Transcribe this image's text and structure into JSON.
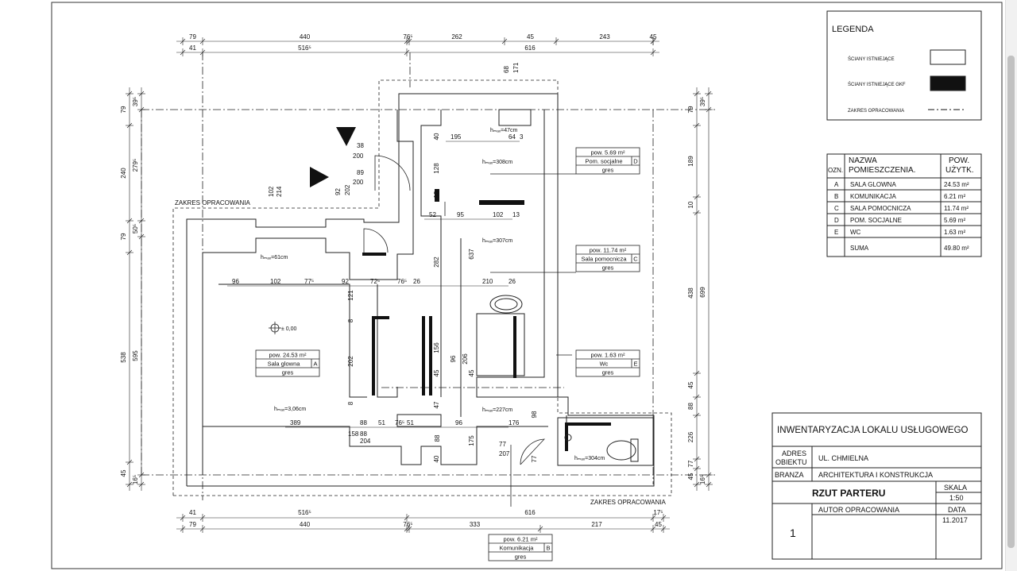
{
  "legend": {
    "title": "LEGENDA",
    "items": [
      {
        "label": "ŚCIANY ISTNIEJĄCE"
      },
      {
        "label": "ŚCIANY ISTNIEJĄCE GKF"
      },
      {
        "label": "ZAKRES OPRACOWANIA"
      }
    ]
  },
  "rooms_table": {
    "headers": [
      "OZN.",
      "NAZWA",
      "POMIESZCZENIA.",
      "POW.",
      "UŻYTK."
    ],
    "rows": [
      {
        "code": "A",
        "name": "SALA GLOWNA",
        "area": "24.53 m²"
      },
      {
        "code": "B",
        "name": "KOMUNIKACJA",
        "area": "6.21 m²"
      },
      {
        "code": "C",
        "name": "SALA POMOCNICZA",
        "area": "11.74 m²"
      },
      {
        "code": "D",
        "name": "POM. SOCJALNE",
        "area": "5.69 m²"
      },
      {
        "code": "E",
        "name": "WC",
        "area": "1.63 m²"
      }
    ],
    "sum_label": "SUMA",
    "sum_value": "49.80 m²"
  },
  "title_block": {
    "project": "INWENTARYZACJA LOKALU USŁUGOWEGO",
    "address_label_1": "ADRES",
    "address_label_2": "OBIEKTU",
    "address": "UL. CHMIELNA",
    "branch_label": "BRANZA",
    "branch": "ARCHITEKTURA I KONSTRUKCJA",
    "drawing_title": "RZUT PARTERU",
    "scale_label": "SKALA",
    "scale": "1:50",
    "author_label": "AUTOR OPRACOWANIA",
    "date_label": "DATA",
    "date": "11.2017",
    "sheet_number": "1"
  },
  "plan": {
    "zakres_label": "ZAKRES OPRACOWANIA",
    "elevation": "± 0,00",
    "room_tags": [
      {
        "area": "pow. 24.53 m²",
        "name": "Sala glowna",
        "code": "A",
        "floor": "gres"
      },
      {
        "area": "pow. 5.69 m²",
        "name": "Pom. socjalne",
        "code": "D",
        "floor": "gres"
      },
      {
        "area": "pow. 11.74 m²",
        "name": "Sala pomocnicza",
        "code": "C",
        "floor": "gres"
      },
      {
        "area": "pow. 1.63 m²",
        "name": "Wc",
        "code": "E",
        "floor": "gres"
      },
      {
        "area": "pow. 6.21 m²",
        "name": "Komunikacja",
        "code": "B",
        "floor": "gres"
      }
    ],
    "heights": [
      "hₘₐₓ=47cm",
      "hₘₐₓ=308cm",
      "hₘₐₓ=307cm",
      "hₘₐₓ=61cm",
      "hₘₐₓ=3,06cm",
      "hₘₐₓ=227cm",
      "hₘₐₓ=304cm"
    ],
    "dims_top_1": [
      "79",
      "440",
      "76⁵",
      "262",
      "45",
      "243",
      "45"
    ],
    "dims_top_2": [
      "41",
      "516⁵",
      "616"
    ],
    "dims_bottom_1": [
      "41",
      "516⁵",
      "616",
      "17⁵"
    ],
    "dims_bottom_2": [
      "79",
      "440",
      "76⁵",
      "333",
      "217",
      "45"
    ],
    "dims_left_1": [
      "79",
      "240",
      "79",
      "538",
      "45"
    ],
    "dims_left_2": [
      "39⁵",
      "279⁵",
      "50⁵",
      "595",
      "16⁵"
    ],
    "dims_right_1": [
      "79",
      "189",
      "10",
      "438",
      "45",
      "88",
      "226",
      "77",
      "45"
    ],
    "dims_right_2": [
      "39⁵",
      "699",
      "16⁵"
    ],
    "inner_dims": {
      "row1": [
        "96",
        "102",
        "77⁵",
        "92",
        "72⁵",
        "76⁵",
        "26",
        "210",
        "26"
      ],
      "row2": [
        "389",
        "88",
        "51",
        "76⁵",
        "51",
        "96",
        "176"
      ],
      "row3": [
        "195",
        "64",
        "3"
      ],
      "row4": [
        "52",
        "95",
        "102",
        "13"
      ],
      "openings": [
        "38",
        "200",
        "89",
        "200",
        "102",
        "214",
        "92",
        "202",
        "158",
        "204",
        "88",
        "77",
        "207",
        "68",
        "171"
      ],
      "vertical": [
        "40",
        "128",
        "10",
        "282",
        "637",
        "121",
        "8",
        "202",
        "8",
        "156",
        "45",
        "47",
        "40",
        "175",
        "88",
        "96",
        "206",
        "45",
        "98",
        "77"
      ]
    }
  }
}
